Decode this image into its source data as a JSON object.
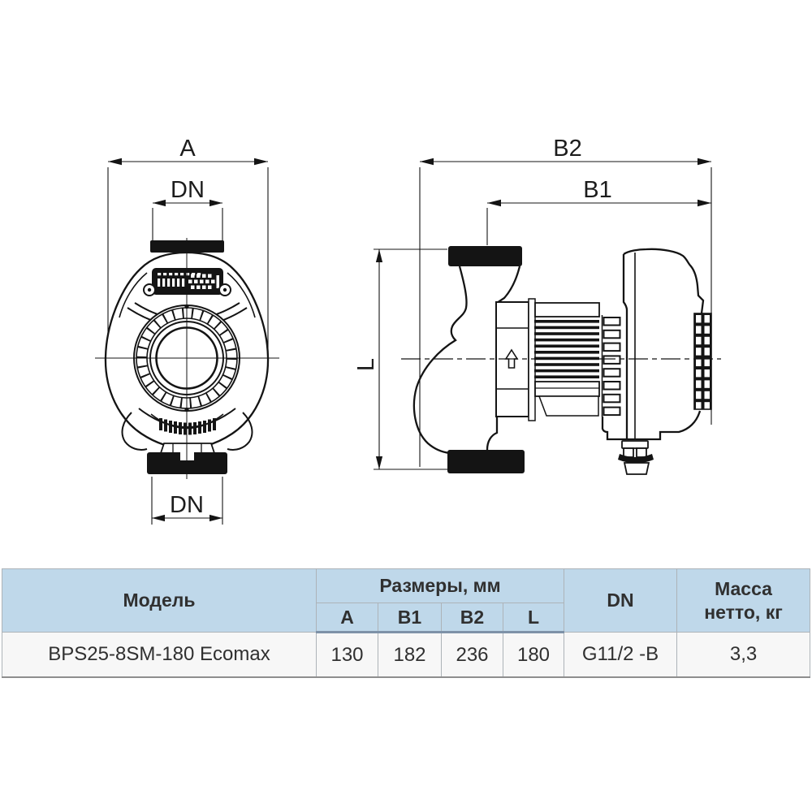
{
  "drawing": {
    "front_view": {
      "width_label": "A",
      "port_top_label": "DN",
      "port_bottom_label": "DN"
    },
    "side_view": {
      "total_length_label": "B2",
      "body_length_label": "B1",
      "height_label": "L"
    }
  },
  "table": {
    "headers": {
      "model": "Модель",
      "dimensions_group": "Размеры, мм",
      "dimension_cols": [
        "A",
        "B1",
        "B2",
        "L"
      ],
      "dn": "DN",
      "mass_line1": "Масса",
      "mass_line2": "нетто, кг"
    },
    "rows": [
      {
        "model": "BPS25-8SM-180 Ecomax",
        "a": "130",
        "b1": "182",
        "b2": "236",
        "l": "180",
        "dn": "G11/2 -B",
        "mass_net_kg": "3,3"
      }
    ]
  },
  "colors": {
    "header_bg": "#bfd8ea",
    "row_bg": "#f7f7f7",
    "grid_border": "#adb3b8",
    "header_separator": "#7e92a8",
    "table_bottom_border": "#8e8e8e",
    "line_color": "#141414",
    "text_color": "#303030"
  }
}
